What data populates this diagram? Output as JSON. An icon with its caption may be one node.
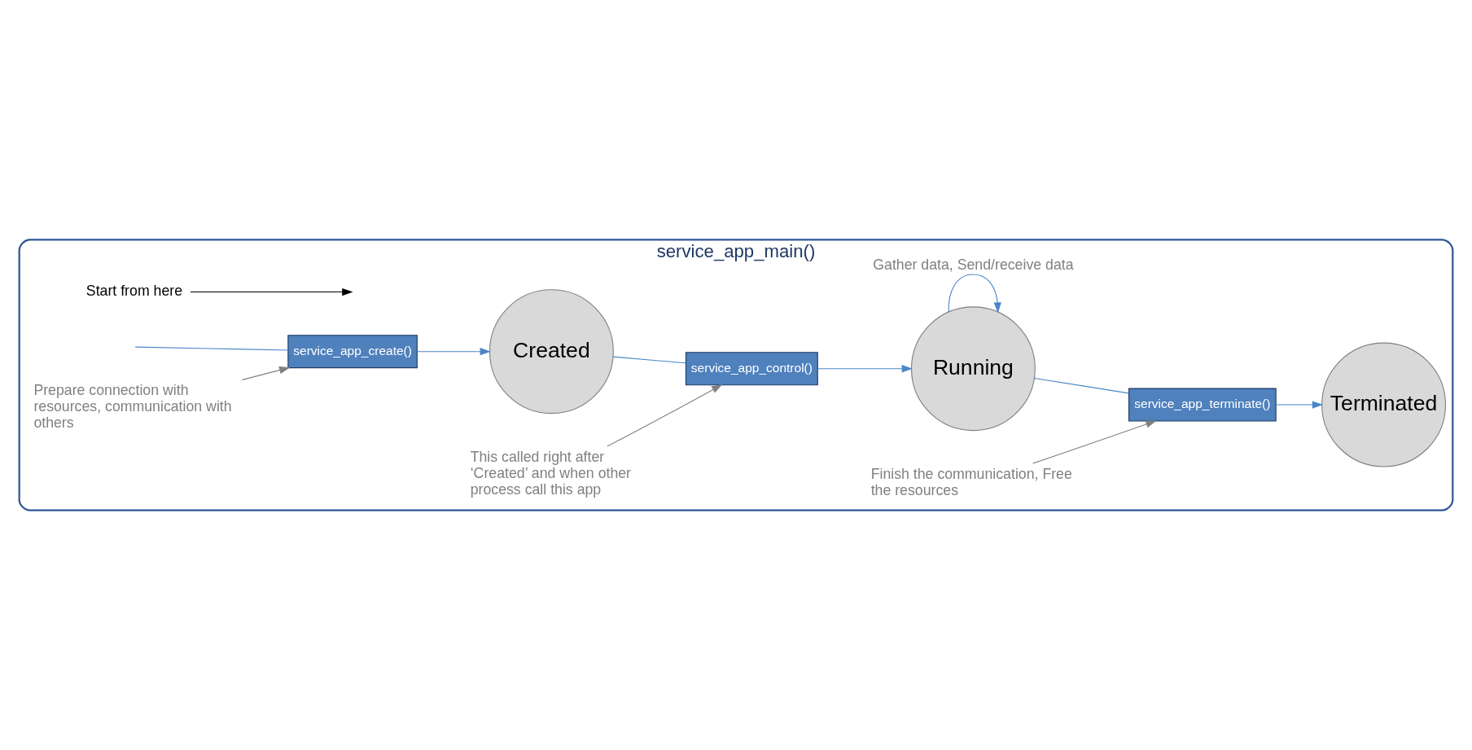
{
  "diagram": {
    "nodes": [
      {
        "text": [
          "service_app_main()"
        ]
      },
      {
        "text": [
          "Start from here"
        ],
        "in": 0
      },
      {
        "text": [
          "service_app_create()"
        ],
        "in": 0
      },
      {
        "text": [
          "Created"
        ],
        "in": 0
      },
      {
        "text": [
          "Prepare connection with resources, communication with others"
        ],
        "in": 0
      },
      {
        "text": [
          "service_app_control()"
        ],
        "in": 0
      },
      {
        "text": [
          "Running"
        ],
        "in": 0
      },
      {
        "text": [
          "This called right after ‘Created’ and when other process call this app"
        ],
        "in": 0
      },
      {
        "text": [
          "Finish the communication, Free the resources"
        ],
        "in": 0
      },
      {
        "text": [
          "service_app_terminate()"
        ],
        "in": 0
      },
      {
        "text": [
          "Terminated"
        ],
        "in": 0
      }
    ],
    "edges": [
      {
        "from": 1,
        "to": null,
        "arrow": "to",
        "color": "#000000"
      },
      {
        "from": null,
        "to": 2,
        "arrow": "none"
      },
      {
        "from": 2,
        "to": 3,
        "arrow": "to"
      },
      {
        "from": 4,
        "to": 2,
        "arrow": "to",
        "color": "#808080"
      },
      {
        "from": 3,
        "to": 5,
        "arrow": "none"
      },
      {
        "from": 5,
        "to": 6,
        "arrow": "to"
      },
      {
        "from": 7,
        "to": 5,
        "arrow": "to",
        "color": "#808080"
      },
      {
        "from": 6,
        "to": 9,
        "arrow": "none"
      },
      {
        "from": 9,
        "to": 10,
        "arrow": "to"
      },
      {
        "from": 8,
        "to": 9,
        "arrow": "to",
        "color": "#808080"
      },
      {
        "from": 6,
        "to": 6,
        "arrow": "to",
        "label": "Gather data, Send/receive data"
      }
    ]
  }
}
